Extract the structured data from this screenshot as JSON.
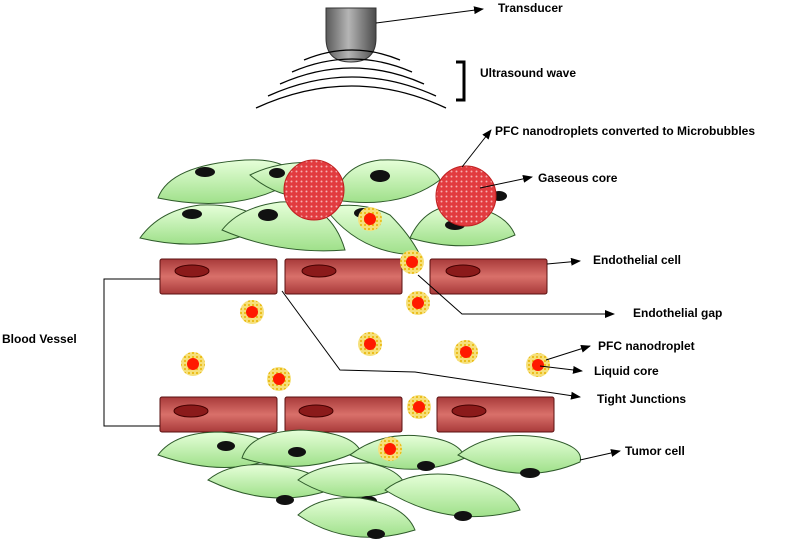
{
  "labels": {
    "transducer": "Transducer",
    "ultrasound_wave": "Ultrasound wave",
    "microbubbles": "PFC nanodroplets converted to Microbubbles",
    "gaseous_core": "Gaseous core",
    "endothelial_cell": "Endothelial cell",
    "endothelial_gap": "Endothelial gap",
    "blood_vessel": "Blood Vessel",
    "pfc_nanodroplet": "PFC nanodroplet",
    "liquid_core": "Liquid core",
    "tight_junctions": "Tight Junctions",
    "tumor_cell": "Tumor cell"
  },
  "colors": {
    "cell_fill": "#c8f5b4",
    "cell_stroke": "#2e5a2a",
    "nucleus": "#111111",
    "endothelium": "#c0504d",
    "endothelium_dark": "#8b1a1a",
    "bubble": "#e8454a",
    "droplet_core": "#ff1a00",
    "droplet_shell": "#f5d020",
    "transducer": "#7a7a7a"
  }
}
